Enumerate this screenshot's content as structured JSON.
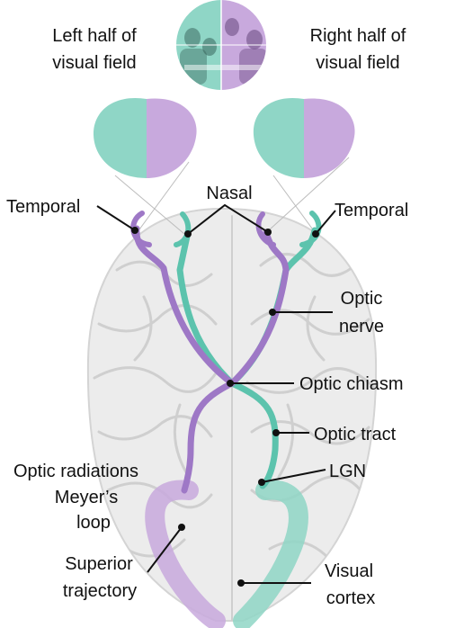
{
  "colors": {
    "teal": "#8fd6c6",
    "teal_dark": "#5cc3ad",
    "purple": "#c8a9dd",
    "purple_dark": "#9e78c6",
    "brain": "#ececec",
    "brain_fold": "#cfcfcf",
    "text": "#111111"
  },
  "labels": {
    "left_field_line1": "Left half of",
    "left_field_line2": "visual field",
    "right_field_line1": "Right half of",
    "right_field_line2": "visual field",
    "temporal_left": "Temporal",
    "nasal": "Nasal",
    "temporal_right": "Temporal",
    "optic_nerve_line1": "Optic",
    "optic_nerve_line2": "nerve",
    "optic_chiasm": "Optic chiasm",
    "optic_tract": "Optic tract",
    "optic_radiations": "Optic radiations",
    "lgn": "LGN",
    "meyers_loop_line1": "Meyer’s",
    "meyers_loop_line2": "loop",
    "superior_line1": "Superior",
    "superior_line2": "trajectory",
    "visual_cortex_line1": "Visual",
    "visual_cortex_line2": "cortex"
  },
  "icons": {
    "visual_field_photo": "visual-field-photo-icon",
    "eyes": "eye-icon",
    "brain": "brain-icon"
  }
}
